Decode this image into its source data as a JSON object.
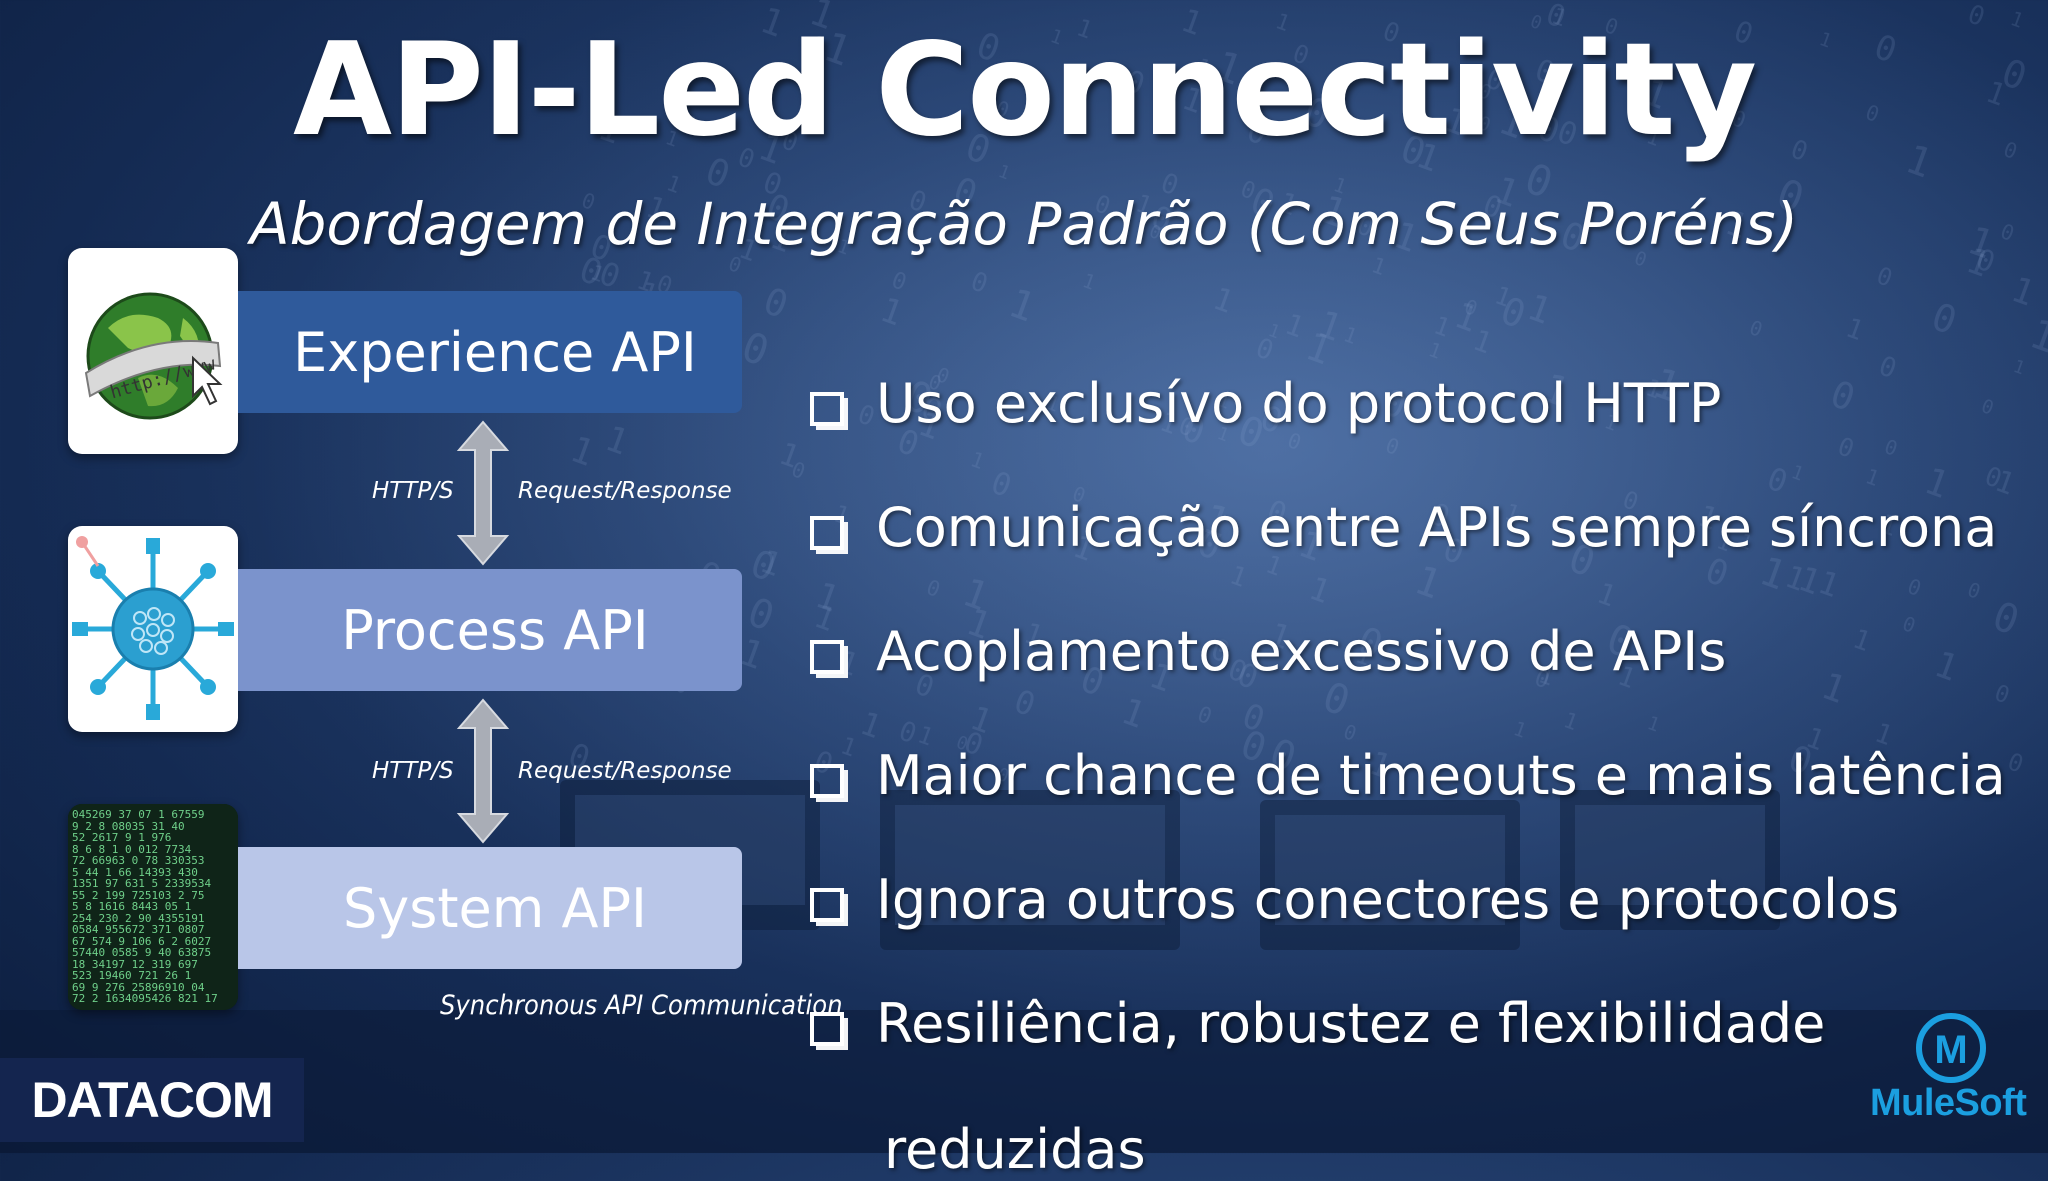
{
  "slide": {
    "title": "API-Led Connectivity",
    "subtitle": "Abordagem de Integração Padrão (Com Seus Poréns)"
  },
  "layers": [
    {
      "label": "Experience API",
      "icon": "globe-www-icon",
      "color": "#2f5a9b"
    },
    {
      "label": "Process API",
      "icon": "network-hub-icon",
      "color": "#7b93cc"
    },
    {
      "label": "System API",
      "icon": "database-screen-icon",
      "color": "#b9c6e8"
    }
  ],
  "connectors": [
    {
      "protocol": "HTTP/S",
      "pattern": "Request/Response"
    },
    {
      "protocol": "HTTP/S",
      "pattern": "Request/Response"
    }
  ],
  "caption": "Synchronous API Communication",
  "bullets": [
    "Uso exclusívo do protocol HTTP",
    "Comunicação entre APIs sempre síncrona",
    "Acoplamento excessivo de APIs",
    "Maior chance de timeouts e mais latência",
    "Ignora outros conectores e protocolos",
    "Resiliência, robustez e flexibilidade"
  ],
  "bullet_overflow": "reduzidas",
  "logos": {
    "datacom": "DATACOM",
    "mulesoft": "MuleSoft",
    "mulesoft_mark": "M"
  },
  "colors": {
    "background": "#1d3766",
    "mulesoft_blue": "#1b9fe0"
  }
}
